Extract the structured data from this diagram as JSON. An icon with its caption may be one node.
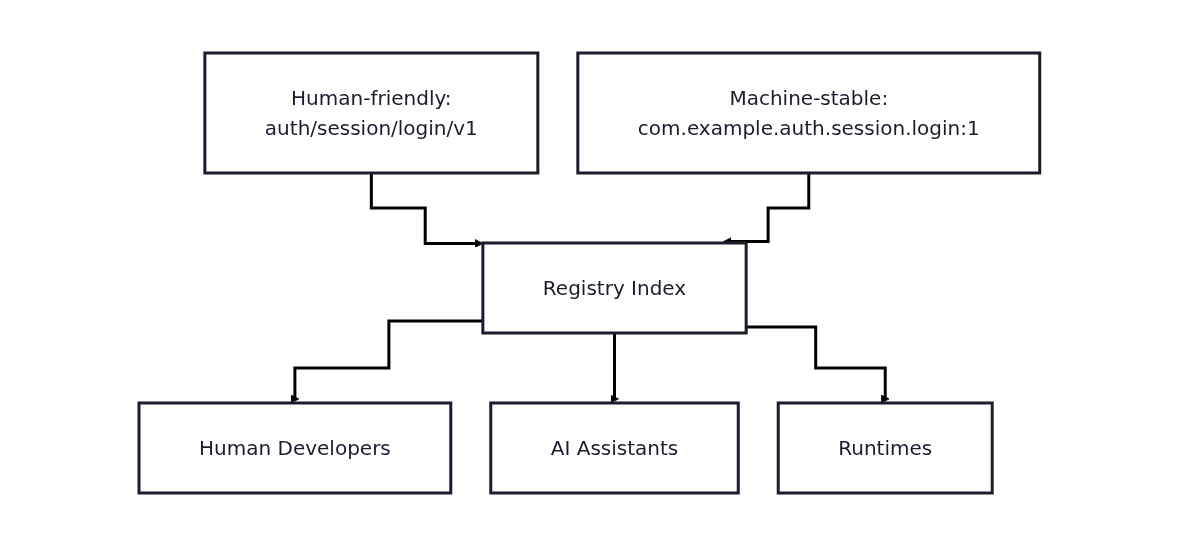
{
  "diagram": {
    "nodes": [
      {
        "text": [
          "Human-friendly:",
          "auth/session/login/v1"
        ]
      },
      {
        "text": [
          "Machine-stable:",
          "com.example.auth.session.login:1"
        ]
      },
      {
        "text": [
          "Registry Index"
        ]
      },
      {
        "text": [
          "Human Developers"
        ]
      },
      {
        "text": [
          "AI Assistants"
        ]
      },
      {
        "text": [
          "Runtimes"
        ]
      }
    ],
    "edges": [
      {
        "from": 0,
        "to": 2,
        "arrow": "to"
      },
      {
        "from": 1,
        "to": 2,
        "arrow": "to"
      },
      {
        "from": 2,
        "to": 3,
        "arrow": "to"
      },
      {
        "from": 2,
        "to": 4,
        "arrow": "to"
      },
      {
        "from": 2,
        "to": 5,
        "arrow": "to"
      }
    ]
  }
}
